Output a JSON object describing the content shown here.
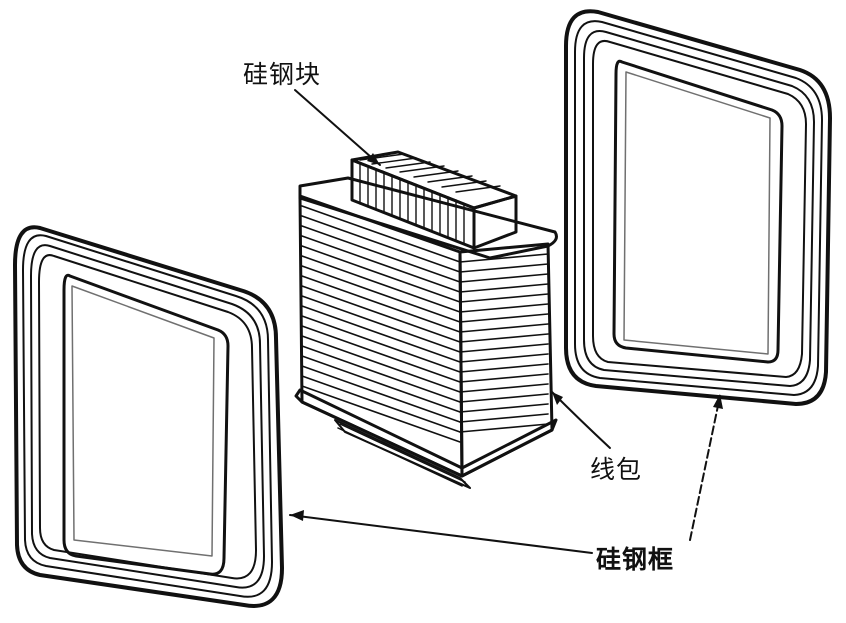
{
  "labels": {
    "silicon_steel_block": "硅钢块",
    "coil": "线包",
    "silicon_steel_frame": "硅钢框"
  },
  "colors": {
    "ink": "#111111",
    "paper": "#ffffff"
  }
}
